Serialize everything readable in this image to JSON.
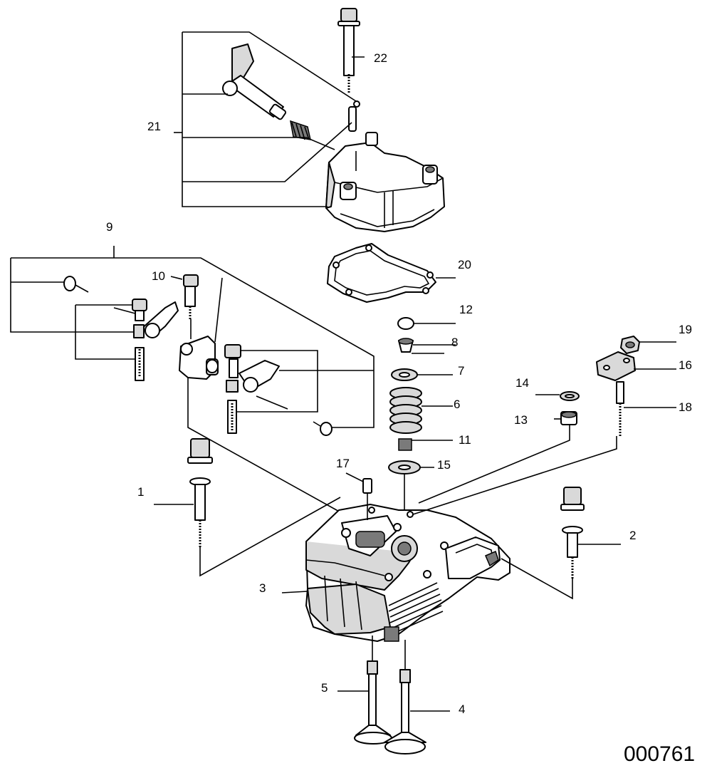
{
  "diagram": {
    "figure_number": "000761",
    "callouts": [
      "1",
      "2",
      "3",
      "4",
      "5",
      "6",
      "7",
      "8",
      "9",
      "10",
      "11",
      "12",
      "13",
      "14",
      "15",
      "16",
      "17",
      "18",
      "19",
      "20",
      "21",
      "22"
    ]
  }
}
